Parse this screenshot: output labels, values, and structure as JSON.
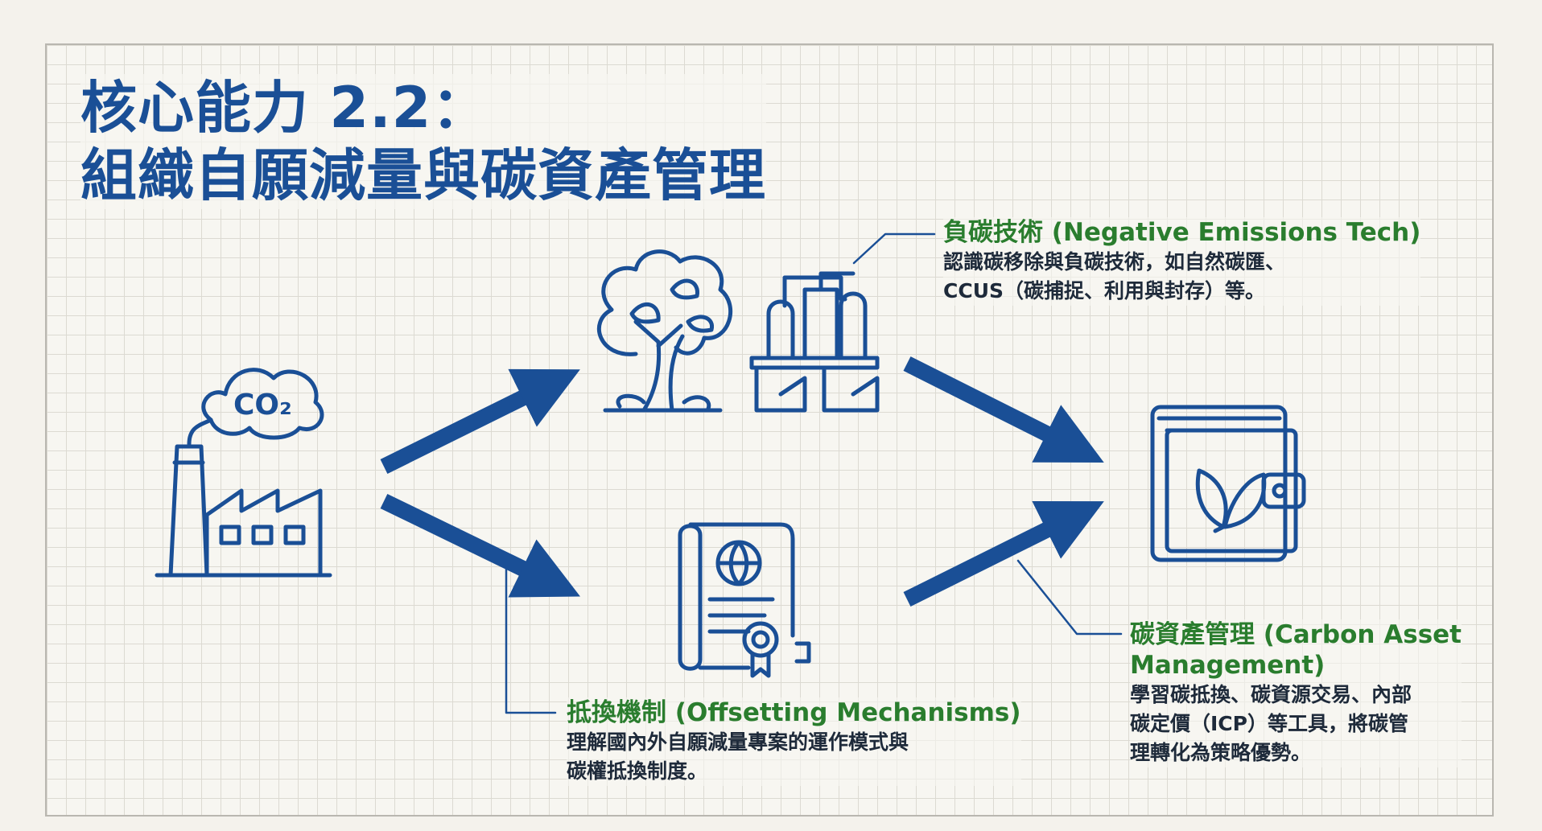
{
  "title": {
    "line1": "核心能力 2.2：",
    "line2": "組織自願減量與碳資產管理"
  },
  "icons": {
    "co2_label": "CO₂",
    "factory": "factory-icon",
    "tree": "tree-icon",
    "plant": "industrial-plant-icon",
    "certificate": "certificate-icon",
    "wallet": "wallet-leaf-icon"
  },
  "callouts": {
    "negative": {
      "heading": "負碳技術 (Negative Emissions Tech)",
      "body_line1": "認識碳移除與負碳技術，如自然碳匯、",
      "body_line2": "CCUS（碳捕捉、利用與封存）等。"
    },
    "offsetting": {
      "heading": "抵換機制 (Offsetting Mechanisms)",
      "body_line1": "理解國內外自願減量專案的運作模式與",
      "body_line2": "碳權抵換制度。"
    },
    "asset": {
      "heading_line1": "碳資產管理 (Carbon Asset",
      "heading_line2": "Management)",
      "body_line1": "學習碳抵換、碳資源交易、內部",
      "body_line2": "碳定價（ICP）等工具，將碳管",
      "body_line3": "理轉化為策略優勢。"
    }
  },
  "colors": {
    "primary": "#1a4f96",
    "accent": "#2a7d2e",
    "text": "#1e2a3a"
  }
}
